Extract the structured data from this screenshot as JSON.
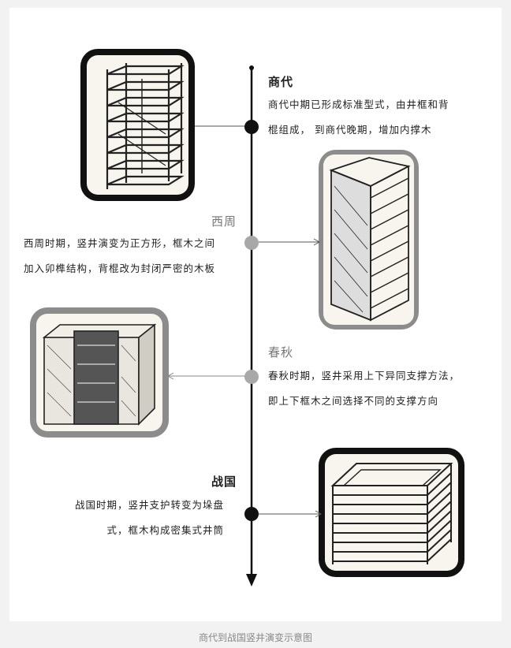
{
  "caption": "商代到战国竖井演变示意图",
  "eras": [
    {
      "title": "商代",
      "lines": [
        "商代中期已形成标准型式，由井框和背",
        "棍组成， 到商代晚期，增加内撑木"
      ]
    },
    {
      "title": "西周",
      "lines": [
        "西周时期，竖井演变为正方形，框木之间",
        "加入卯榫结构，背棍改为封闭严密的木板"
      ]
    },
    {
      "title": "春秋",
      "lines": [
        "春秋时期，竖井采用上下异同支撑方法，",
        "即上下框木之间选择不同的支撑方向"
      ]
    },
    {
      "title": "战国",
      "lines": [
        "战国时期，竖井支护转变为垛盘",
        "式，框木构成密集式井筒"
      ]
    }
  ],
  "illustrations": [
    {
      "icon": "shaft-frame-shang-illustration"
    },
    {
      "icon": "shaft-frame-xizhou-illustration"
    },
    {
      "icon": "shaft-frame-chunqiu-illustration"
    },
    {
      "icon": "shaft-frame-zhanguo-illustration"
    }
  ],
  "colors": {
    "node_dark": "#111111",
    "node_light": "#a8a8a8",
    "axis": "#111111"
  }
}
